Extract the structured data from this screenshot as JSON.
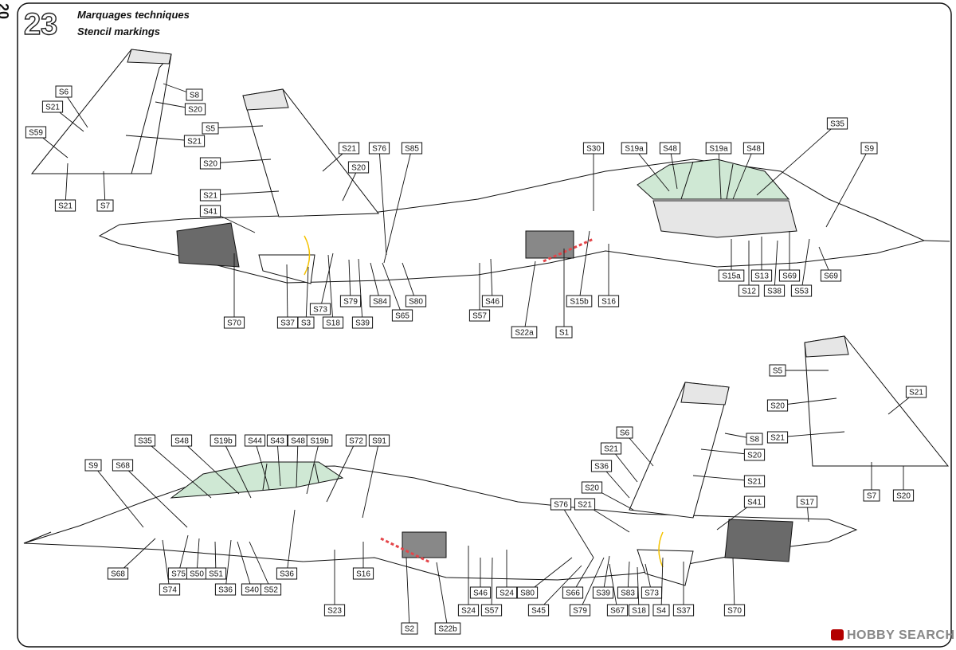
{
  "page_number": "20",
  "step": {
    "number": "23",
    "title_fr": "Marquages techniques",
    "title_en": "Stencil markings"
  },
  "watermark": "HOBBY SEARCH",
  "colors": {
    "line": "#111111",
    "canopy": "#cfe8d4",
    "engine": "#6a6a6a",
    "stencil_red": "#e4464a",
    "stencil_yellow": "#f4c200",
    "panel_grey": "#e6e6e6"
  },
  "views": {
    "top": {
      "callouts": [
        {
          "label": "S6"
        },
        {
          "label": "S8"
        },
        {
          "label": "S20"
        },
        {
          "label": "S21"
        },
        {
          "label": "S59"
        },
        {
          "label": "S21"
        },
        {
          "label": "S21"
        },
        {
          "label": "S7"
        },
        {
          "label": "S5"
        },
        {
          "label": "S20"
        },
        {
          "label": "S21"
        },
        {
          "label": "S41"
        },
        {
          "label": "S21"
        },
        {
          "label": "S20"
        },
        {
          "label": "S76"
        },
        {
          "label": "S85"
        },
        {
          "label": "S30"
        },
        {
          "label": "S19a"
        },
        {
          "label": "S48"
        },
        {
          "label": "S19a"
        },
        {
          "label": "S48"
        },
        {
          "label": "S35"
        },
        {
          "label": "S9"
        },
        {
          "label": "S70"
        },
        {
          "label": "S37"
        },
        {
          "label": "S3"
        },
        {
          "label": "S73"
        },
        {
          "label": "S18"
        },
        {
          "label": "S79"
        },
        {
          "label": "S39"
        },
        {
          "label": "S84"
        },
        {
          "label": "S65"
        },
        {
          "label": "S80"
        },
        {
          "label": "S57"
        },
        {
          "label": "S46"
        },
        {
          "label": "S22a"
        },
        {
          "label": "S1"
        },
        {
          "label": "S15b"
        },
        {
          "label": "S16"
        },
        {
          "label": "S15a"
        },
        {
          "label": "S12"
        },
        {
          "label": "S13"
        },
        {
          "label": "S38"
        },
        {
          "label": "S69"
        },
        {
          "label": "S53"
        },
        {
          "label": "S69"
        }
      ]
    },
    "bottom": {
      "callouts": [
        {
          "label": "S5"
        },
        {
          "label": "S21"
        },
        {
          "label": "S20"
        },
        {
          "label": "S21"
        },
        {
          "label": "S7"
        },
        {
          "label": "S20"
        },
        {
          "label": "S35"
        },
        {
          "label": "S48"
        },
        {
          "label": "S19b"
        },
        {
          "label": "S44"
        },
        {
          "label": "S43"
        },
        {
          "label": "S48"
        },
        {
          "label": "S19b"
        },
        {
          "label": "S72"
        },
        {
          "label": "S91"
        },
        {
          "label": "S9"
        },
        {
          "label": "S68"
        },
        {
          "label": "S6"
        },
        {
          "label": "S21"
        },
        {
          "label": "S8"
        },
        {
          "label": "S36"
        },
        {
          "label": "S20"
        },
        {
          "label": "S21"
        },
        {
          "label": "S76"
        },
        {
          "label": "S21"
        },
        {
          "label": "S20"
        },
        {
          "label": "S41"
        },
        {
          "label": "S17"
        },
        {
          "label": "S68"
        },
        {
          "label": "S74"
        },
        {
          "label": "S75"
        },
        {
          "label": "S50"
        },
        {
          "label": "S51"
        },
        {
          "label": "S36"
        },
        {
          "label": "S40"
        },
        {
          "label": "S52"
        },
        {
          "label": "S36"
        },
        {
          "label": "S16"
        },
        {
          "label": "S23"
        },
        {
          "label": "S2"
        },
        {
          "label": "S22b"
        },
        {
          "label": "S24"
        },
        {
          "label": "S46"
        },
        {
          "label": "S57"
        },
        {
          "label": "S24"
        },
        {
          "label": "S80"
        },
        {
          "label": "S45"
        },
        {
          "label": "S66"
        },
        {
          "label": "S79"
        },
        {
          "label": "S39"
        },
        {
          "label": "S67"
        },
        {
          "label": "S83"
        },
        {
          "label": "S18"
        },
        {
          "label": "S73"
        },
        {
          "label": "S4"
        },
        {
          "label": "S37"
        },
        {
          "label": "S70"
        }
      ]
    }
  }
}
